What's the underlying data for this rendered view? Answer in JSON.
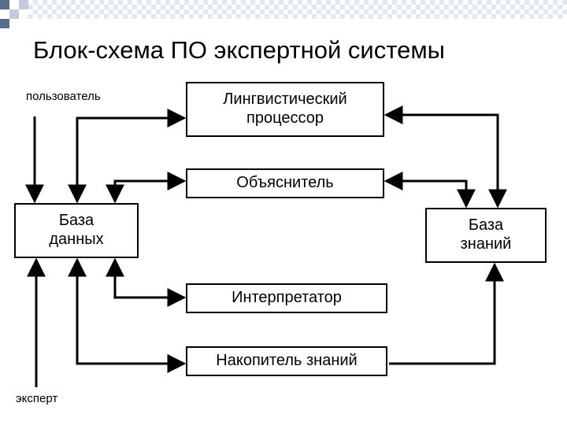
{
  "title": "Блок-схема ПО экспертной системы",
  "labels": {
    "user": "пользователь",
    "expert": "эксперт"
  },
  "blocks": {
    "linguistic_processor": "Лингвистический\nпроцессор",
    "explainer": "Объяснитель",
    "database": "База\nданных",
    "knowledge_base": "База\nзнаний",
    "interpreter": "Интерпретатор",
    "knowledge_accumulator": "Накопитель знаний"
  },
  "colors": {
    "decor_dark": "#5a6b8c",
    "decor_light": "#c3cad9",
    "decor_pale": "#e1e5ee",
    "line": "#000000"
  }
}
